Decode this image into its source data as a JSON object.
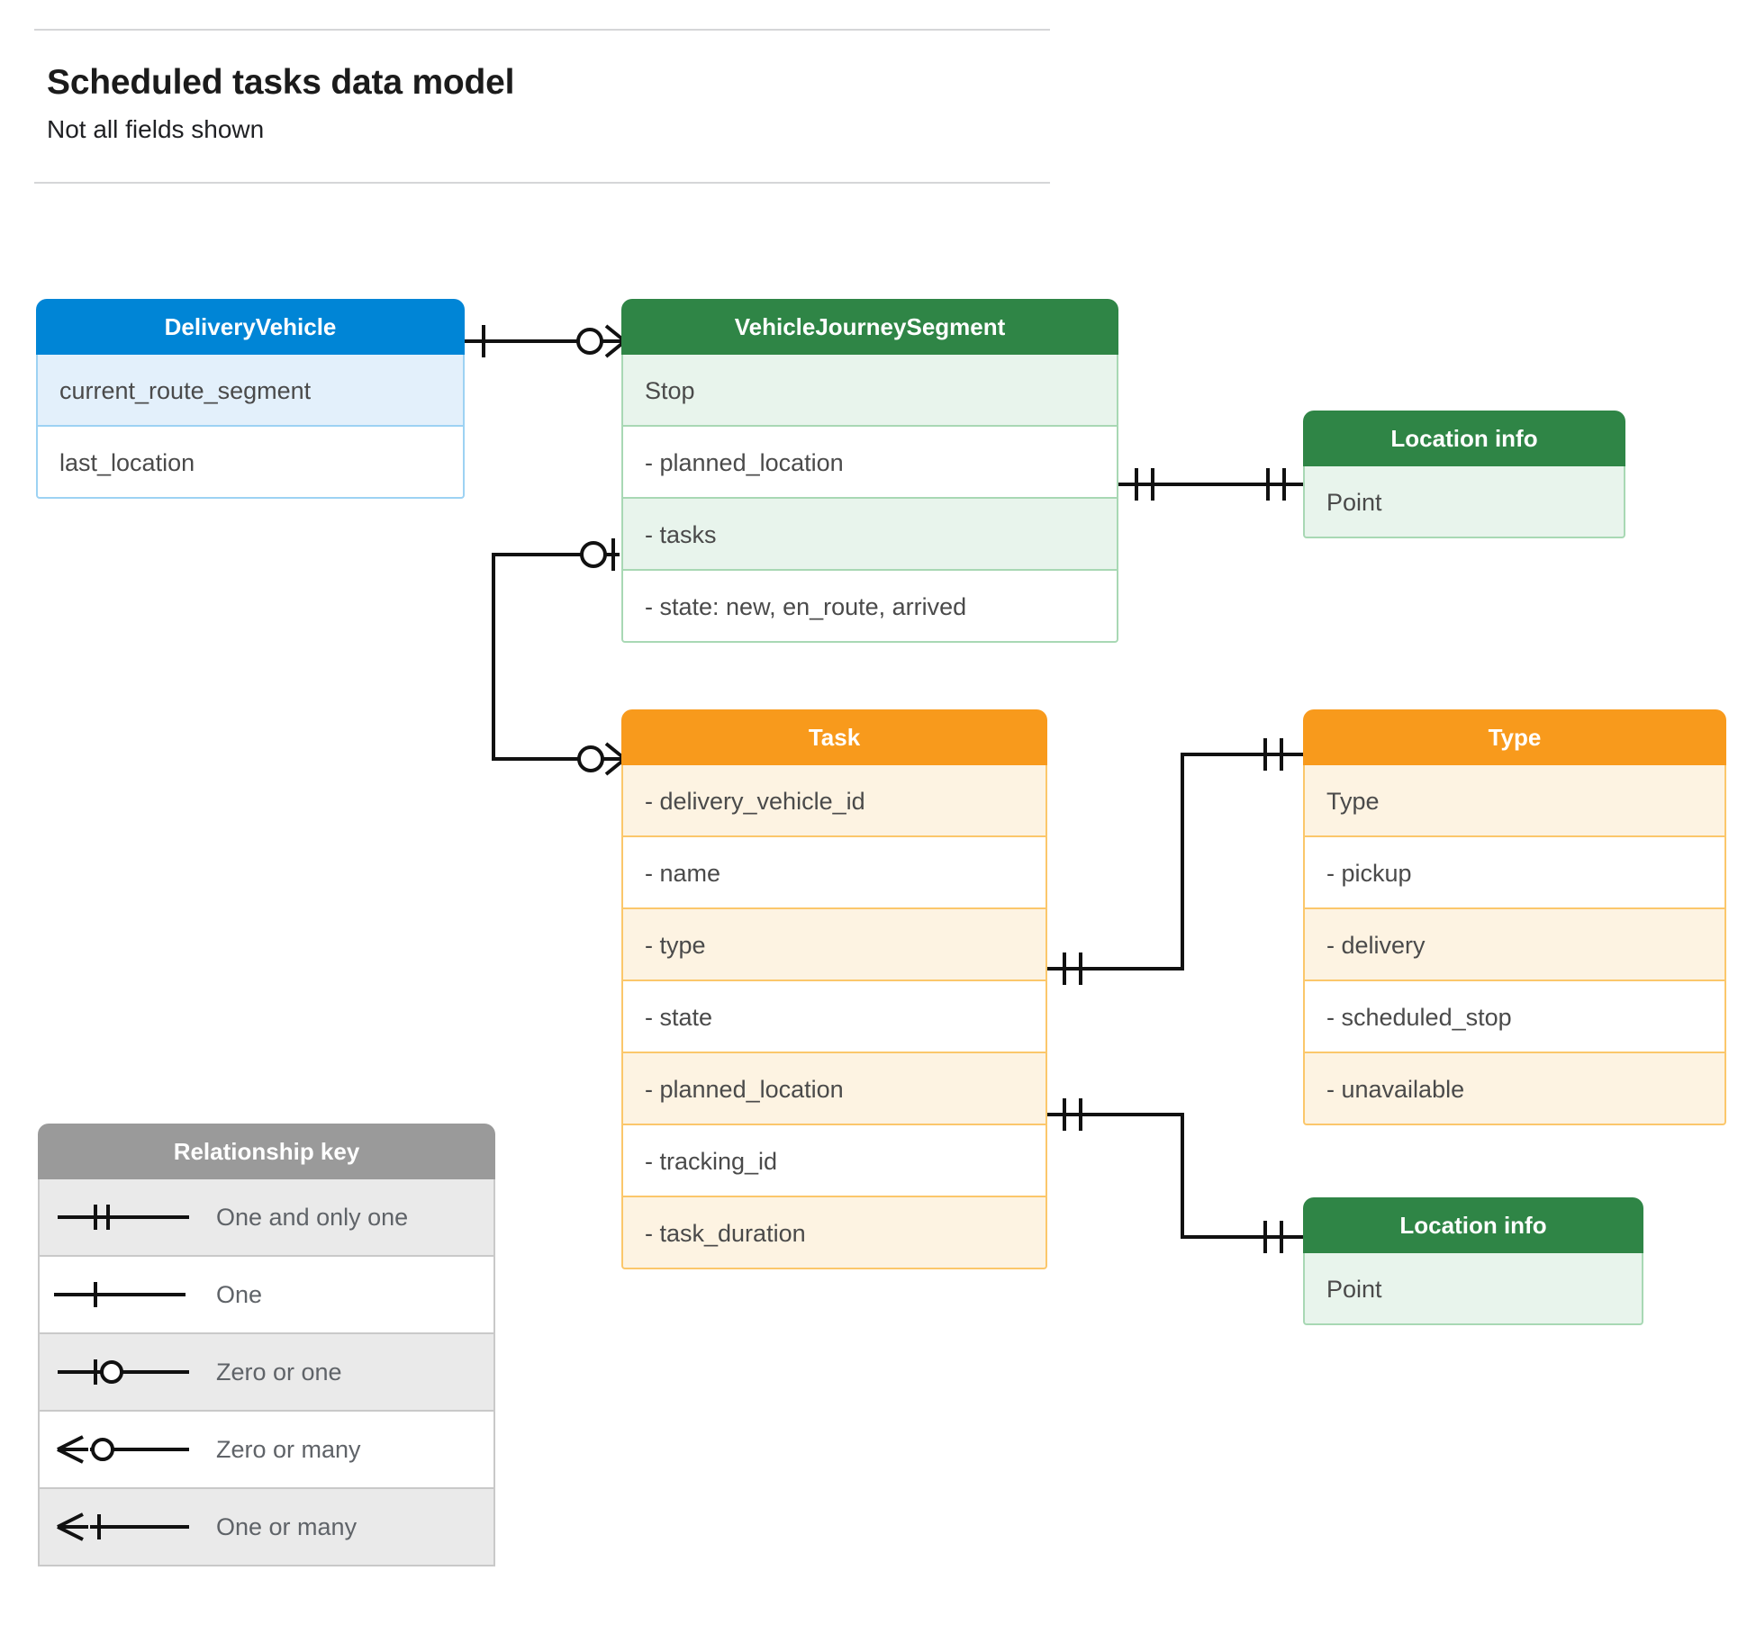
{
  "header": {
    "title": "Scheduled tasks data model",
    "subtitle": "Not all fields shown"
  },
  "diagram": {
    "type": "entity-relationship-diagram",
    "entities": [
      {
        "id": "delivery-vehicle",
        "name": "DeliveryVehicle",
        "color": "#0085d6",
        "rows": [
          {
            "label": "current_route_segment",
            "shaded": true
          },
          {
            "label": "last_location",
            "shaded": false
          }
        ]
      },
      {
        "id": "vehicle-journey-segment",
        "name": "VehicleJourneySegment",
        "color": "#2f8546",
        "rows": [
          {
            "label": "Stop",
            "shaded": true
          },
          {
            "label": "-  planned_location",
            "shaded": false
          },
          {
            "label": "- tasks",
            "shaded": true
          },
          {
            "label": "- state: new, en_route, arrived",
            "shaded": false
          }
        ]
      },
      {
        "id": "location-info-top",
        "name": "Location info",
        "color": "#2f8546",
        "rows": [
          {
            "label": "Point",
            "shaded": true
          }
        ]
      },
      {
        "id": "task",
        "name": "Task",
        "color": "#f89a1c",
        "rows": [
          {
            "label": "- delivery_vehicle_id",
            "shaded": true
          },
          {
            "label": "- name",
            "shaded": false
          },
          {
            "label": "- type",
            "shaded": true
          },
          {
            "label": "- state",
            "shaded": false
          },
          {
            "label": "- planned_location",
            "shaded": true
          },
          {
            "label": "- tracking_id",
            "shaded": false
          },
          {
            "label": "- task_duration",
            "shaded": true
          }
        ]
      },
      {
        "id": "type",
        "name": "Type",
        "color": "#f89a1c",
        "rows": [
          {
            "label": "Type",
            "shaded": true
          },
          {
            "label": "-  pickup",
            "shaded": false
          },
          {
            "label": "-  delivery",
            "shaded": true
          },
          {
            "label": "-  scheduled_stop",
            "shaded": false
          },
          {
            "label": "-  unavailable",
            "shaded": true
          }
        ]
      },
      {
        "id": "location-info-bottom",
        "name": "Location info",
        "color": "#2f8546",
        "rows": [
          {
            "label": "Point",
            "shaded": true
          }
        ]
      }
    ],
    "relationships": [
      {
        "from": "delivery-vehicle",
        "to": "vehicle-journey-segment",
        "from_cardinality": "One",
        "to_cardinality": "Zero or many"
      },
      {
        "from": "vehicle-journey-segment.planned_location",
        "to": "location-info-top",
        "from_cardinality": "One and only one",
        "to_cardinality": "One and only one"
      },
      {
        "from": "vehicle-journey-segment.tasks",
        "to": "task",
        "from_cardinality": "Zero or one",
        "to_cardinality": "Zero or many"
      },
      {
        "from": "task.type",
        "to": "type",
        "from_cardinality": "One and only one",
        "to_cardinality": "One and only one"
      },
      {
        "from": "task.planned_location",
        "to": "location-info-bottom",
        "from_cardinality": "One and only one",
        "to_cardinality": "One and only one"
      }
    ]
  },
  "legend": {
    "title": "Relationship key",
    "items": [
      {
        "symbol": "one-and-only-one",
        "label": "One and only one"
      },
      {
        "symbol": "one",
        "label": "One"
      },
      {
        "symbol": "zero-or-one",
        "label": "Zero or one"
      },
      {
        "symbol": "zero-or-many",
        "label": "Zero or many"
      },
      {
        "symbol": "one-or-many",
        "label": "One or many"
      }
    ]
  }
}
